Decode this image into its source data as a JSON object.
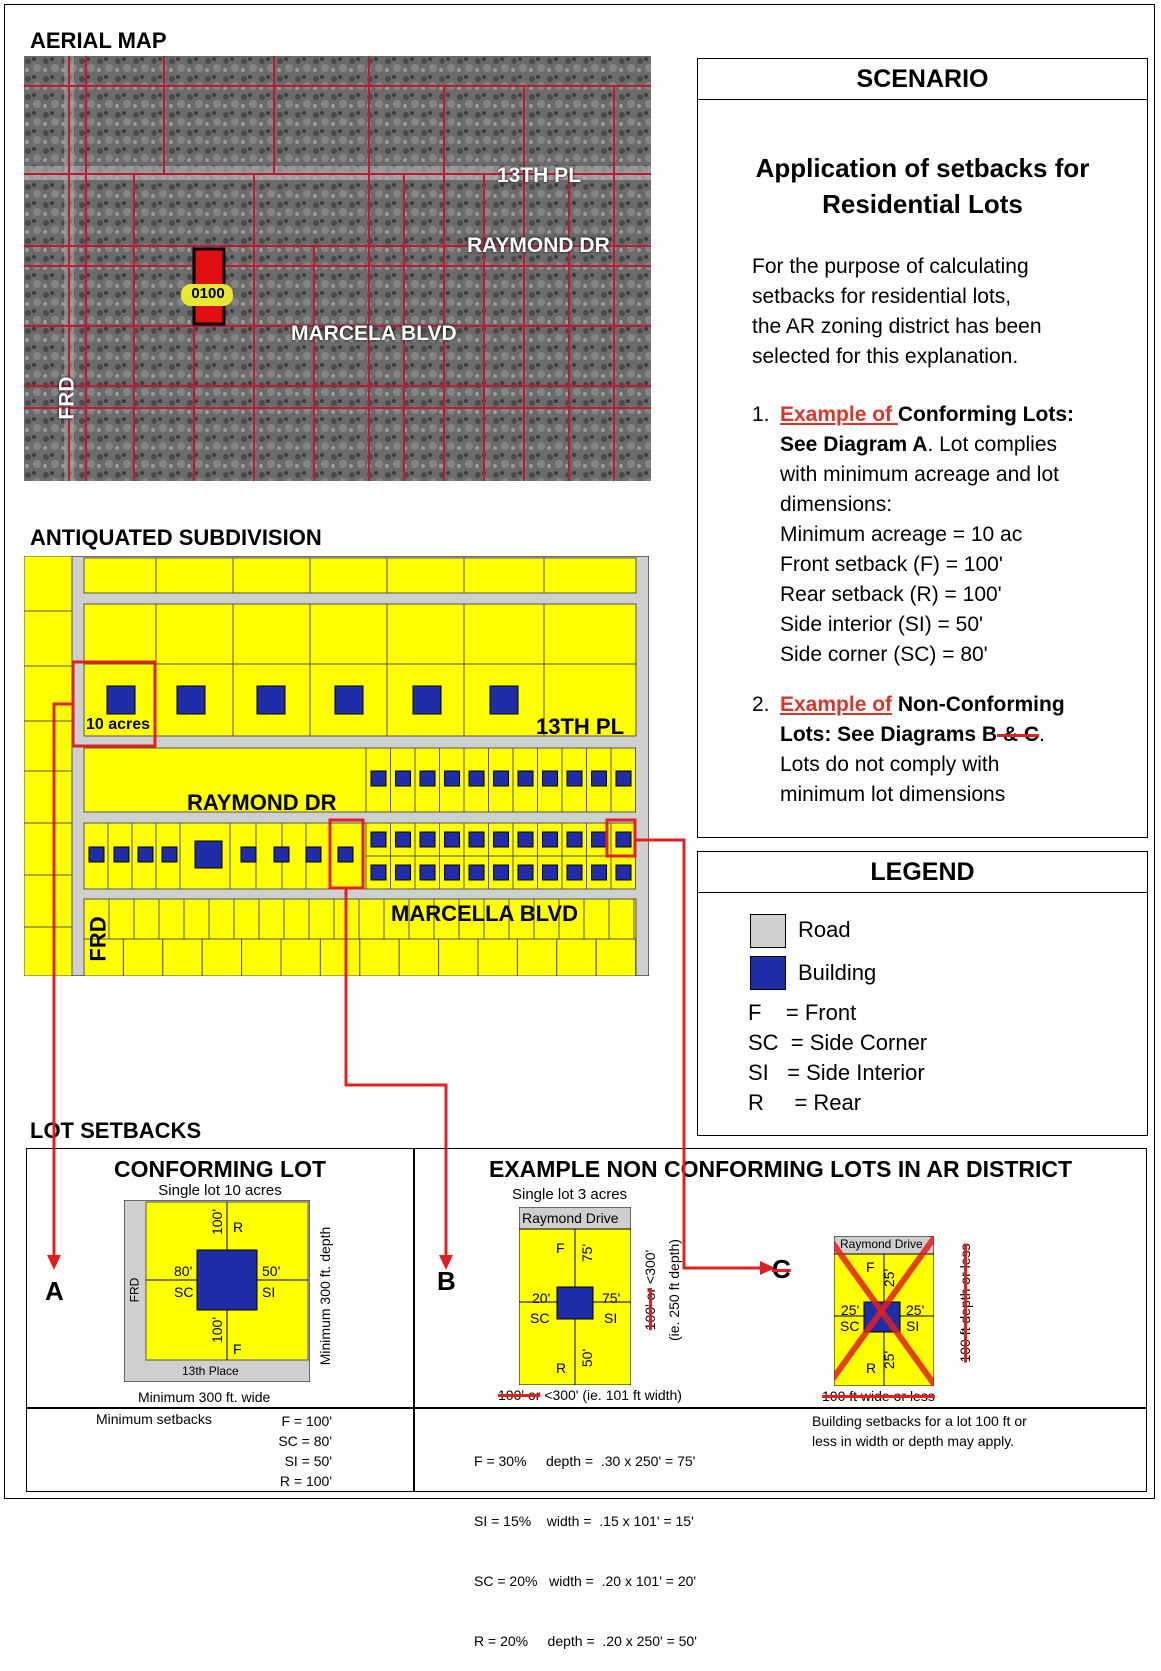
{
  "sections": {
    "aerial_title": "AERIAL MAP",
    "subdivision_title": "ANTIQUATED SUBDIVISION",
    "lot_setbacks_title": "LOT SETBACKS"
  },
  "aerial": {
    "labels": {
      "th13": "13TH PL",
      "raymond": "RAYMOND DR",
      "marcela": "MARCELA BLVD",
      "frd": "FRD",
      "parcel": "0100"
    }
  },
  "subdivision": {
    "labels": {
      "ten_acres": "10 acres",
      "th13": "13TH PL",
      "raymond": "RAYMOND DR",
      "marcella": "MARCELLA BLVD",
      "frd": "FRD"
    }
  },
  "scenario": {
    "header": "SCENARIO",
    "title_line1": "Application of setbacks for",
    "title_line2": "Residential Lots",
    "intro": [
      "For the purpose of calculating",
      "setbacks for residential lots,",
      "the AR zoning district has been",
      "selected for this explanation."
    ],
    "item1_num": "1.",
    "item1_link": "Example of ",
    "item1_bold": "Conforming Lots:",
    "item1_bold2": "See Diagram A",
    "item1_rest": ". Lot complies",
    "item1_lines": [
      "with minimum acreage and lot",
      "dimensions:",
      "Minimum acreage  = 10 ac",
      "Front setback (F)  = 100'",
      "Rear setback (R)  = 100'",
      "Side interior (SI)  = 50'",
      "Side corner (SC)  = 80'"
    ],
    "item2_num": "2.",
    "item2_link": "Example of",
    "item2_bold": " Non-Conforming",
    "item2_bold2": "Lots: See Diagrams B",
    "item2_strike": " & C",
    "item2_dot": ".",
    "item2_lines": [
      "Lots do not comply with",
      "minimum lot dimensions"
    ]
  },
  "legend": {
    "header": "LEGEND",
    "road": "Road",
    "building": "Building",
    "f": "F    = Front",
    "sc": "SC  = Side Corner",
    "si": "SI   = Side Interior",
    "r": "R     = Rear"
  },
  "conforming": {
    "title": "CONFORMING LOT",
    "subtitle": "Single lot 10 acres",
    "top_setback": "100'",
    "bottom_setback": "100'",
    "left_setback": "80'",
    "right_setback": "50'",
    "r": "R",
    "f": "F",
    "sc": "SC",
    "si": "SI",
    "road_left": "FRD",
    "road_bottom": "13th Place",
    "depth": "Minimum 300 ft. depth",
    "width": "Minimum 300 ft. wide",
    "marker": "A",
    "setbacks_label": "Minimum setbacks",
    "setbacks": [
      "F = 100'",
      "SC = 80'",
      "SI = 50'",
      "R = 100'"
    ]
  },
  "nonconforming": {
    "title": "EXAMPLE NON CONFORMING LOTS IN AR DISTRICT",
    "b_subtitle": "Single lot 3 acres",
    "b_road": "Raymond Drive",
    "b_top": "75'",
    "b_bottom": "50'",
    "b_left": "20'",
    "b_right": "75'",
    "b_f": "F",
    "b_r": "R",
    "b_sc": "SC",
    "b_si": "SI",
    "b_depth_strike": "100' or",
    "b_depth_rest": " <300'",
    "b_depth_note": "(ie. 250 ft depth)",
    "b_width_strike": "100' or",
    "b_width_rest": " <300' (ie. 101 ft width)",
    "b_marker": "B",
    "c_marker": "C",
    "c_road": "Raymond Drive",
    "c_top": "25'",
    "c_bottom": "25'",
    "c_left": "25'",
    "c_right": "25'",
    "c_f": "F",
    "c_r": "R",
    "c_sc": "SC",
    "c_si": "SI",
    "c_depth": "100 ft depth or less",
    "c_width": "100 ft wide or less",
    "b_rows": [
      "F = 30%     depth =  .30 x 250' = 75'",
      "SI = 15%    width =  .15 x 101' = 15'",
      "SC = 20%   width =  .20 x 101' = 20'",
      "R = 20%     depth =  .20 x 250' = 50'"
    ],
    "c_note": [
      "Building setbacks for a lot 100 ft or",
      "less in width or depth may apply."
    ]
  },
  "colors": {
    "yellow": "#ffff00",
    "road": "#cfcfcf",
    "building": "#1f2ea8",
    "red": "#e02020"
  }
}
